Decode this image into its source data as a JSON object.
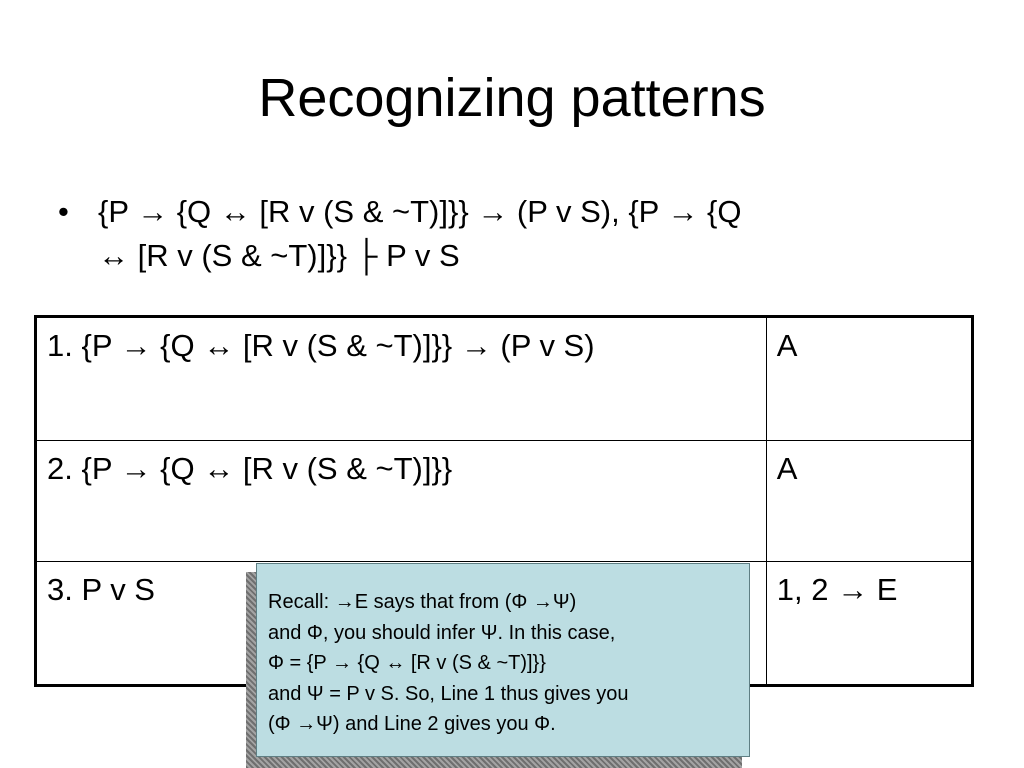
{
  "title": "Recognizing patterns",
  "bullet": {
    "marker": "•",
    "lines": [
      "{P → {Q ↔ [R v (S & ~T)]}} → (P v S), {P → {Q",
      "↔ [R v (S & ~T)]}} ├ P v S"
    ]
  },
  "proof_table": {
    "rows": [
      {
        "formula": "1. {P → {Q ↔ [R v (S & ~T)]}} → (P v S)",
        "justification": "A"
      },
      {
        "formula": "2. {P → {Q ↔ [R v (S & ~T)]}}",
        "justification": "A"
      },
      {
        "formula": "3. P v S",
        "justification": "1, 2 → E"
      }
    ]
  },
  "callout": {
    "lines": [
      "Recall: →E says that from (Φ →Ψ)",
      "and Φ, you should infer Ψ. In this case,",
      "Φ = {P → {Q ↔ [R v (S & ~T)]}}",
      "and Ψ = P v S. So, Line 1 thus gives you",
      "(Φ →Ψ) and Line 2 gives you Φ."
    ]
  },
  "colors": {
    "callout_background": "#bcdde2",
    "callout_shadow": "#8a8a8a",
    "text": "#000000",
    "border": "#000000"
  }
}
